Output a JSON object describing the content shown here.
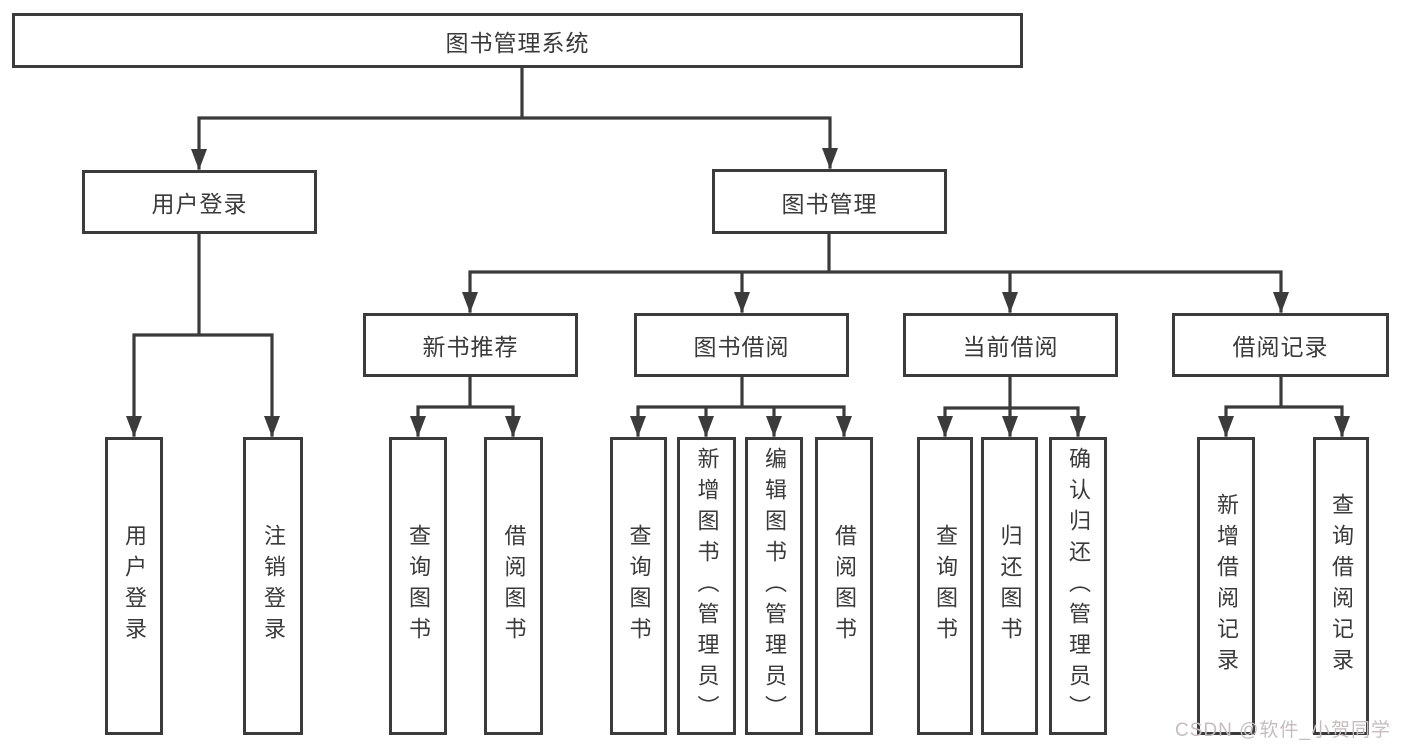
{
  "diagram_title": "图书管理系统",
  "tree": {
    "label": "图书管理系统",
    "children": [
      {
        "label": "用户登录",
        "children": [
          {
            "label": "用户登录"
          },
          {
            "label": "注销登录"
          }
        ]
      },
      {
        "label": "图书管理",
        "children": [
          {
            "label": "新书推荐",
            "children": [
              {
                "label": "查询图书"
              },
              {
                "label": "借阅图书"
              }
            ]
          },
          {
            "label": "图书借阅",
            "children": [
              {
                "label": "查询图书"
              },
              {
                "label": "新增图书（管理员）"
              },
              {
                "label": "编辑图书（管理员）"
              },
              {
                "label": "借阅图书"
              }
            ]
          },
          {
            "label": "当前借阅",
            "children": [
              {
                "label": "查询图书"
              },
              {
                "label": "归还图书"
              },
              {
                "label": "确认归还（管理员）"
              }
            ]
          },
          {
            "label": "借阅记录",
            "children": [
              {
                "label": "新增借阅记录"
              },
              {
                "label": "查询借阅记录"
              }
            ]
          }
        ]
      }
    ]
  },
  "watermark": {
    "text": "CSDN @软件_小贺同学"
  },
  "colors": {
    "background": "#ffffff",
    "line": "#3b3b3b",
    "text": "#3a3a3a",
    "watermark": "#c7bdbd"
  }
}
